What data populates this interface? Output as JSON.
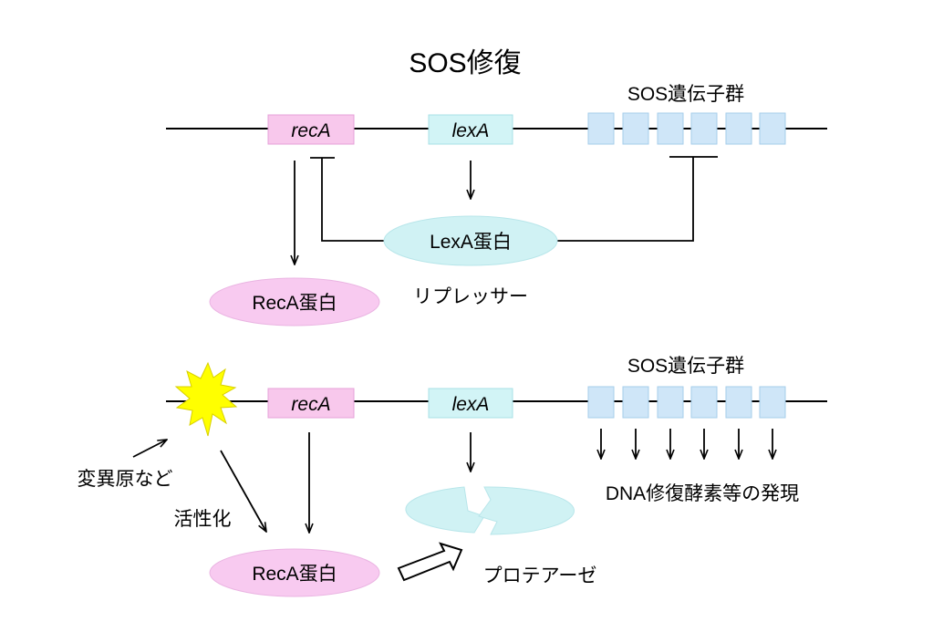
{
  "title": "SOS修復",
  "colors": {
    "gene_pink": "#f8c8ec",
    "gene_cyan": "#d2f4f6",
    "sos_box": "#cfe6f8",
    "recA_protein": "#f8caf0",
    "lexA_protein": "#d0f2f4",
    "burst": "#ffff00",
    "line": "#000000"
  },
  "top_panel": {
    "sos_genes_label": "SOS遺伝子群",
    "recA_gene": "recA",
    "lexA_gene": "lexA",
    "lexa_protein": "LexA蛋白",
    "reca_protein": "RecA蛋白",
    "repressor_label": "リプレッサー"
  },
  "bottom_panel": {
    "sos_genes_label": "SOS遺伝子群",
    "recA_gene": "recA",
    "lexA_gene": "lexA",
    "mutagen_label": "変異原など",
    "activation_label": "活性化",
    "reca_protein": "RecA蛋白",
    "protease_label": "プロテアーゼ",
    "expression_label": "DNA修復酵素等の発現"
  }
}
